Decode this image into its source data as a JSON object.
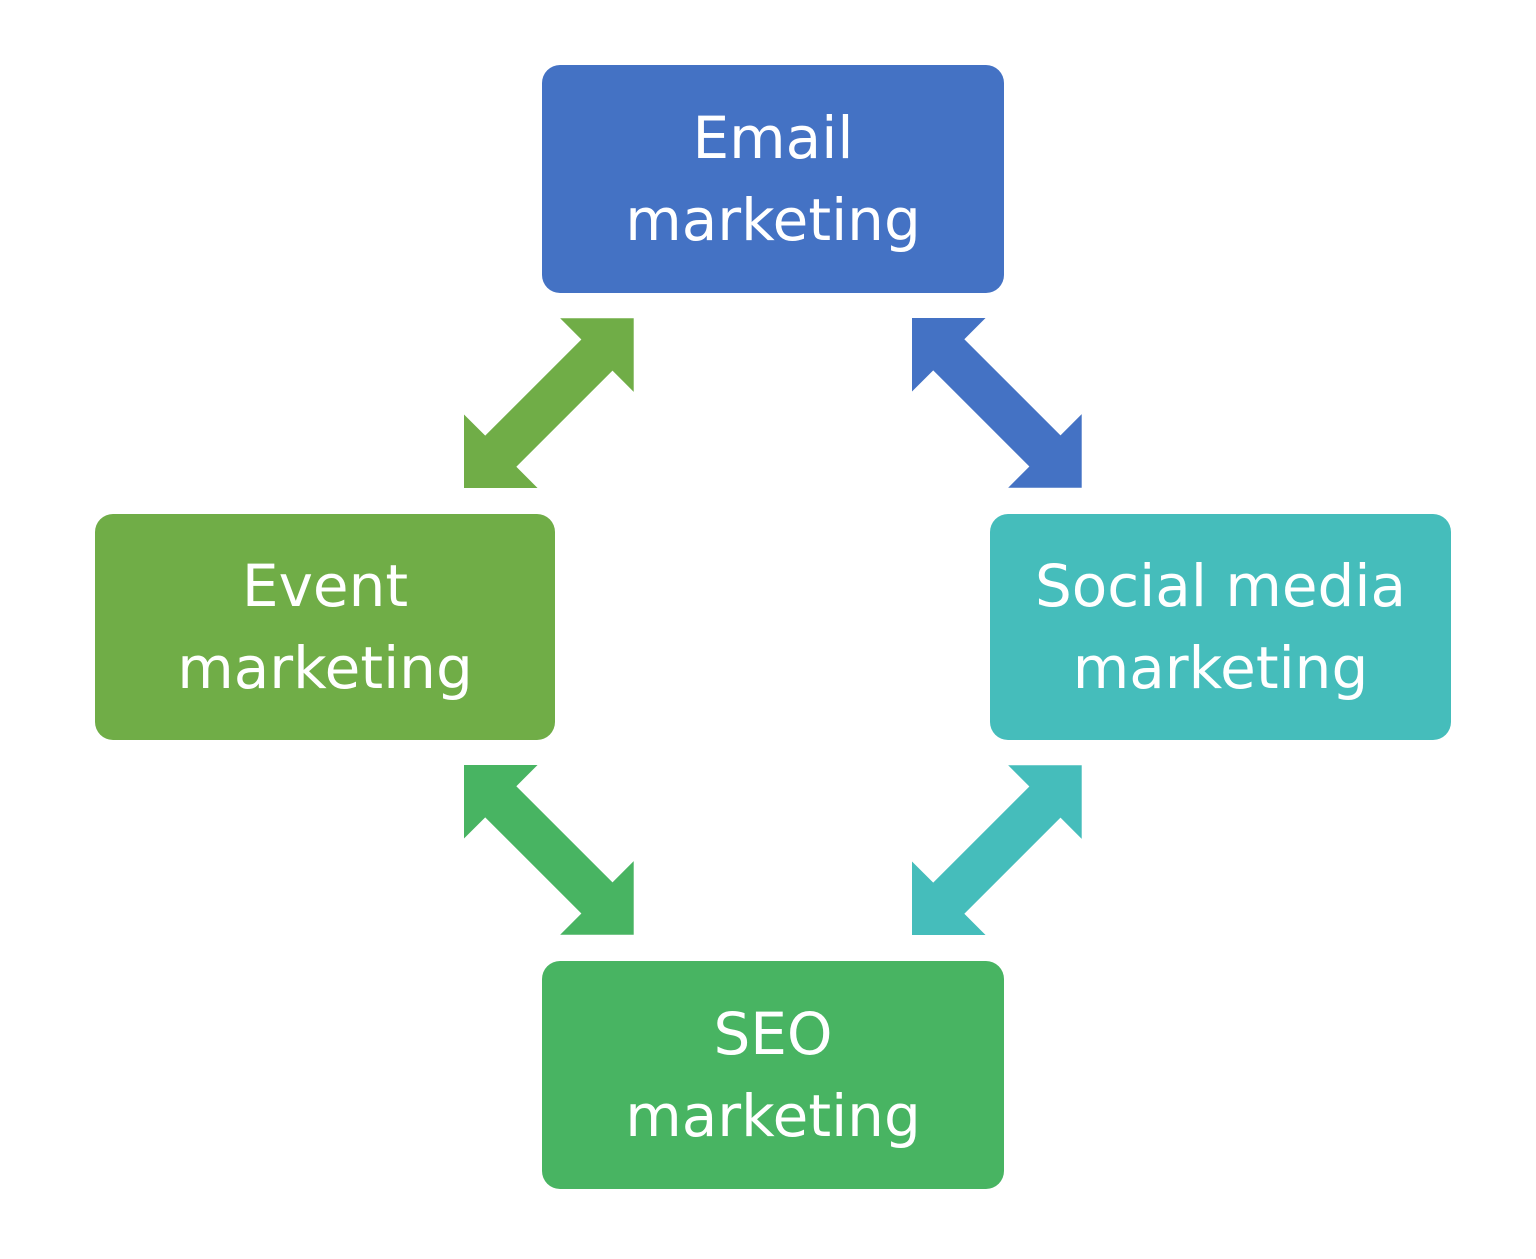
{
  "diagram": {
    "nodes": [
      {
        "id": "email",
        "line1": "Email",
        "line2": "marketing",
        "color": "#4472C4"
      },
      {
        "id": "event",
        "line1": "Event",
        "line2": "marketing",
        "color": "#70AD47"
      },
      {
        "id": "social",
        "line1": "Social media",
        "line2": "marketing",
        "color": "#45BDBB"
      },
      {
        "id": "seo",
        "line1": "SEO",
        "line2": "marketing",
        "color": "#48B462"
      }
    ],
    "edges": [
      {
        "from": "email",
        "to": "event",
        "type": "bidirectional",
        "color": "#70AD47"
      },
      {
        "from": "email",
        "to": "social",
        "type": "bidirectional",
        "color": "#4472C4"
      },
      {
        "from": "event",
        "to": "seo",
        "type": "bidirectional",
        "color": "#48B462"
      },
      {
        "from": "social",
        "to": "seo",
        "type": "bidirectional",
        "color": "#45BDBB"
      }
    ]
  }
}
